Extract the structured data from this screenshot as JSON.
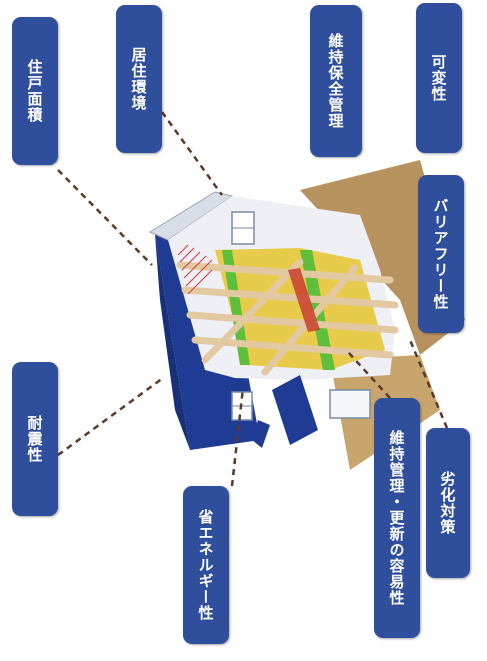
{
  "labels": {
    "floor_area": "住戸面積",
    "living_environment": "居住環境",
    "maintenance_security": "維持保全管理",
    "adaptability": "可変性",
    "barrier_free": "バリアフリー性",
    "deterioration": "劣化対策",
    "maintenance_renewal": "維持管理・更新の容易性",
    "energy_saving": "省エネルギー性",
    "earthquake_resistance": "耐震性"
  },
  "colors": {
    "label_bg": "#2f4f9c",
    "label_text": "#ffffff",
    "leader": "#5a3a2a",
    "wall_blue": "#1f3b93",
    "roof_brown": "#b8925e",
    "floor_yellow": "#e8c63a",
    "beam_tan": "#e3c9a1",
    "green_band": "#5fbf3a"
  }
}
